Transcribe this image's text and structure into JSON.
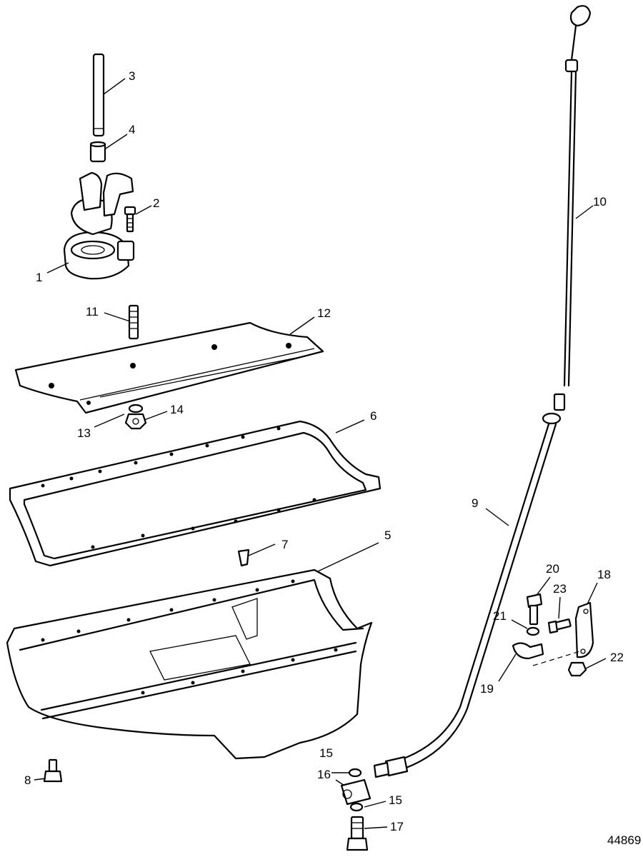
{
  "figure_id": "44869",
  "callouts": {
    "c1": "1",
    "c2": "2",
    "c3": "3",
    "c4": "4",
    "c5": "5",
    "c6": "6",
    "c7": "7",
    "c8": "8",
    "c9": "9",
    "c10": "10",
    "c11": "11",
    "c12": "12",
    "c13": "13",
    "c14": "14",
    "c15a": "15",
    "c15b": "15",
    "c16": "16",
    "c17": "17",
    "c18": "18",
    "c19": "19",
    "c20": "20",
    "c21": "21",
    "c22": "22",
    "c23": "23"
  }
}
